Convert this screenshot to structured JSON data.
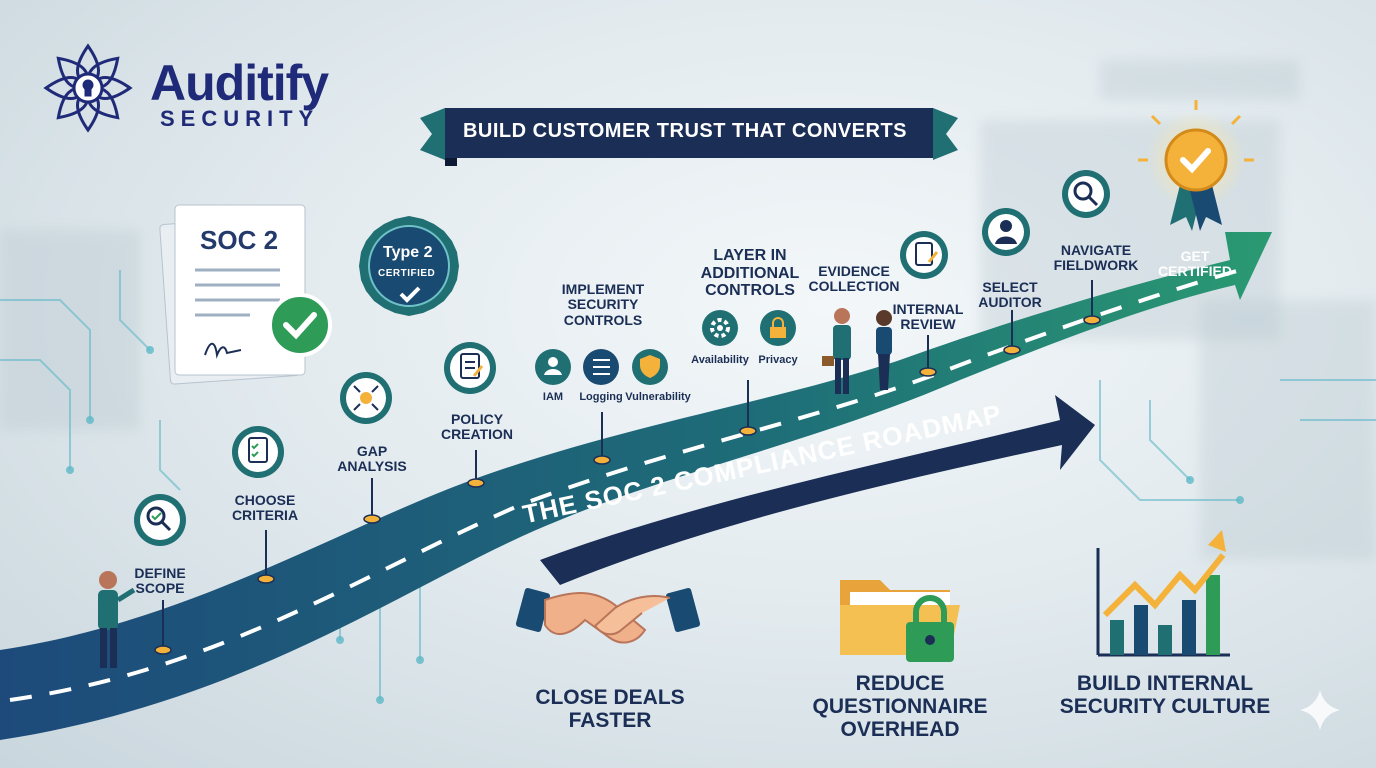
{
  "brand": {
    "name": "Auditify",
    "tagline": "SECURITY"
  },
  "banner": "BUILD CUSTOMER TRUST THAT CONVERTS",
  "roadmap_title": "THE SOC 2 COMPLIANCE ROADMAP",
  "soc_doc_title": "SOC 2",
  "badge": {
    "line1": "Type 2",
    "line2": "CERTIFIED"
  },
  "steps": [
    {
      "label": "DEFINE SCOPE",
      "icon": "magnifier-check-icon"
    },
    {
      "label": "CHOOSE CRITERIA",
      "icon": "clipboard-checklist-icon"
    },
    {
      "label": "GAP ANALYSIS",
      "icon": "gap-arrows-icon"
    },
    {
      "label": "POLICY CREATION",
      "icon": "clipboard-pen-icon"
    },
    {
      "label": "IMPLEMENT SECURITY CONTROLS",
      "icon": ""
    },
    {
      "label": "LAYER IN ADDITIONAL CONTROLS",
      "icon": ""
    },
    {
      "label": "EVIDENCE COLLECTION",
      "icon": "clipboard-pen-icon"
    },
    {
      "label": "INTERNAL REVIEW",
      "icon": ""
    },
    {
      "label": "SELECT AUDITOR",
      "icon": "person-icon"
    },
    {
      "label": "NAVIGATE FIELDWORK",
      "icon": "magnifier-person-icon"
    },
    {
      "label": "GET CERTIFIED",
      "icon": "award-ribbon-icon"
    }
  ],
  "security_controls": [
    {
      "label": "IAM",
      "icon": "user-icon"
    },
    {
      "label": "Logging",
      "icon": "list-icon"
    },
    {
      "label": "Vulnerability",
      "icon": "shield-icon"
    }
  ],
  "additional_controls": [
    {
      "label": "Availability",
      "icon": "gear-icon"
    },
    {
      "label": "Privacy",
      "icon": "lock-icon"
    }
  ],
  "benefits": [
    {
      "label": "CLOSE DEALS FASTER",
      "icon": "handshake-icon"
    },
    {
      "label": "REDUCE QUESTIONNAIRE OVERHEAD",
      "icon": "folder-lock-icon"
    },
    {
      "label": "BUILD INTERNAL SECURITY CULTURE",
      "icon": "growth-chart-icon"
    }
  ],
  "colors": {
    "navy": "#1b2e55",
    "teal": "#1f7a78",
    "green": "#2e9b57",
    "gold": "#f4b23a",
    "brand": "#1f2a78"
  }
}
